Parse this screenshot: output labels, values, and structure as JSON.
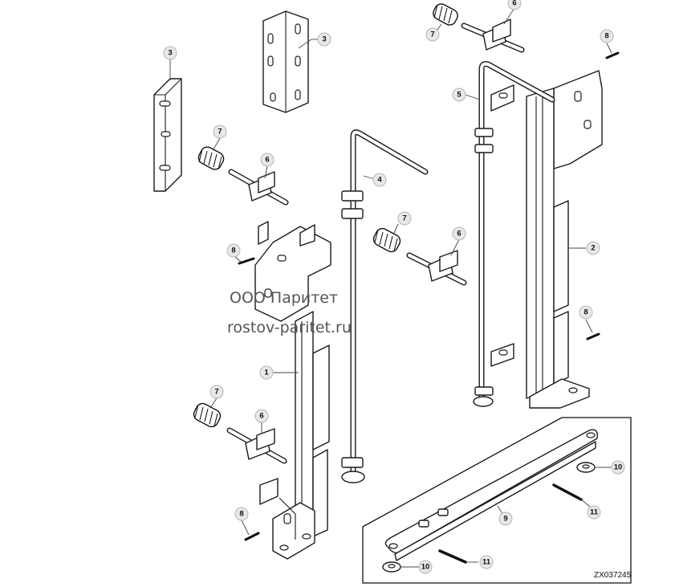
{
  "diagram": {
    "callouts": [
      "1",
      "2",
      "3",
      "4",
      "5",
      "6",
      "7",
      "8",
      "9",
      "10",
      "11"
    ],
    "watermark_line1": "ООО Паритет",
    "watermark_line2": "rostov-paritet.ru",
    "reference_code": "ZX037245"
  }
}
